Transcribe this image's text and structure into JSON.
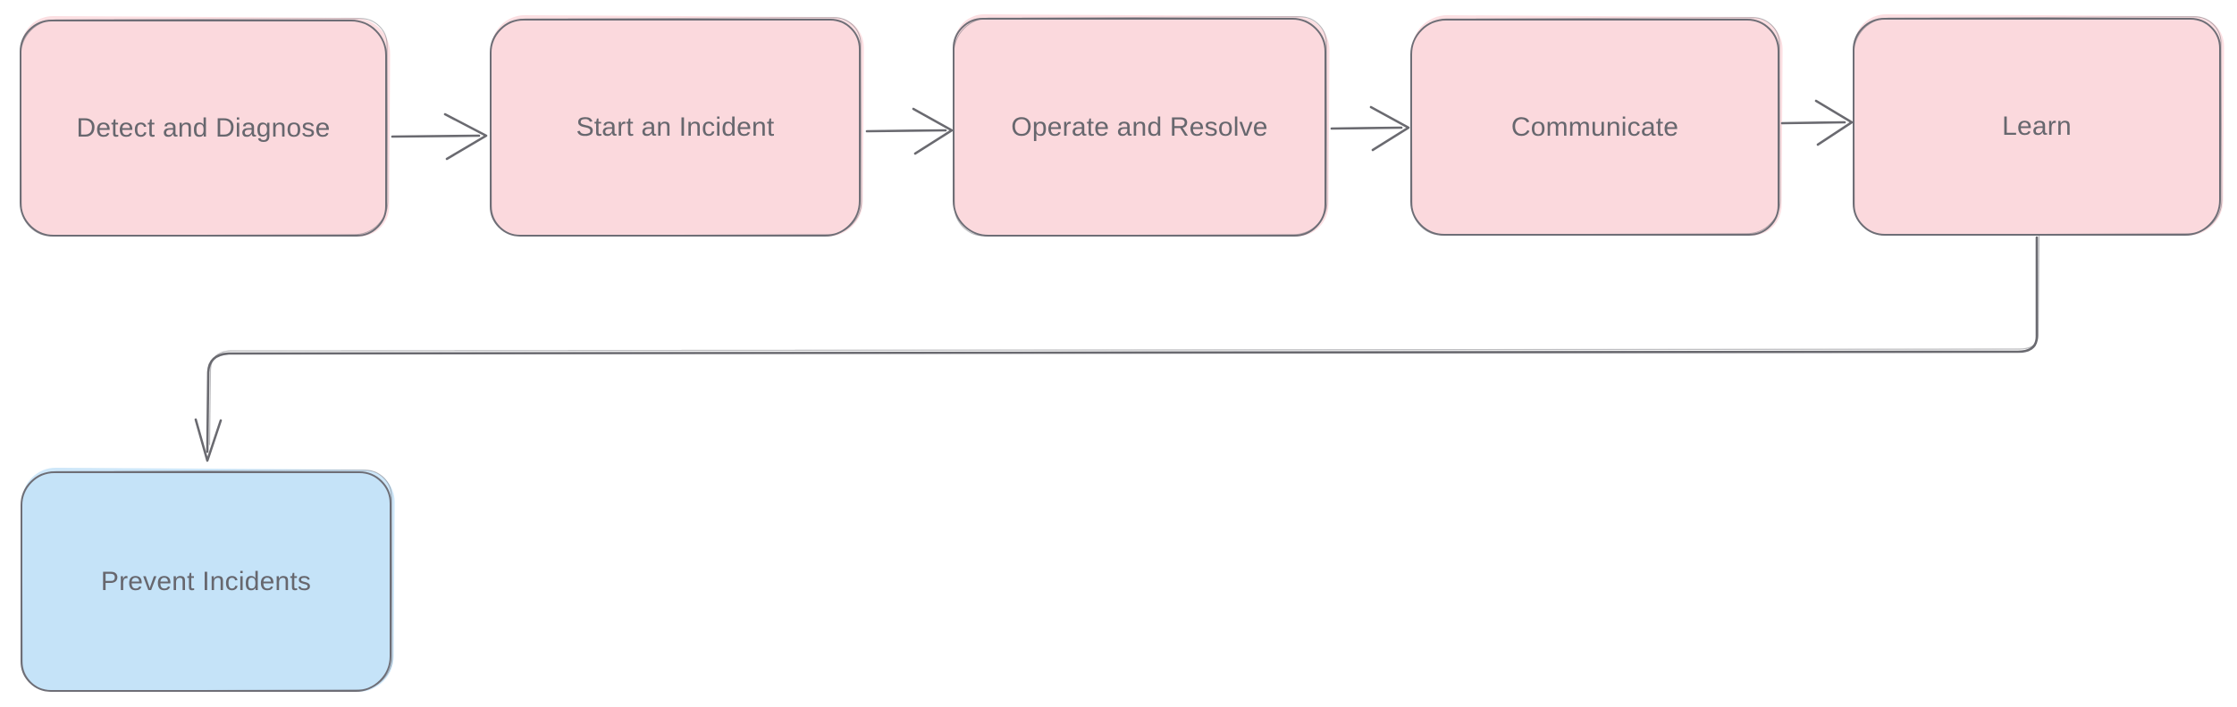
{
  "colors": {
    "node-stroke": "#6e6e76",
    "process-fill": "#fbd9dd",
    "prevent-fill": "#c5e3f8",
    "label-text": "#67676e",
    "connector": "#6a6a70",
    "canvas-bg": "#ffffff"
  },
  "diagram": {
    "type": "flowchart",
    "nodes": [
      {
        "id": "detect",
        "label": "Detect and Diagnose",
        "fill": "#fbd9dd",
        "kind": "process"
      },
      {
        "id": "start",
        "label": "Start an Incident",
        "fill": "#fbd9dd",
        "kind": "process"
      },
      {
        "id": "operate",
        "label": "Operate and Resolve",
        "fill": "#fbd9dd",
        "kind": "process"
      },
      {
        "id": "communicate",
        "label": "Communicate",
        "fill": "#fbd9dd",
        "kind": "process"
      },
      {
        "id": "learn",
        "label": "Learn",
        "fill": "#fbd9dd",
        "kind": "process"
      },
      {
        "id": "prevent",
        "label": "Prevent Incidents",
        "fill": "#c5e3f8",
        "kind": "process"
      }
    ],
    "edges": [
      {
        "from": "detect",
        "to": "start",
        "style": "straight-open-arrow"
      },
      {
        "from": "start",
        "to": "operate",
        "style": "straight-open-arrow"
      },
      {
        "from": "operate",
        "to": "communicate",
        "style": "straight-open-arrow"
      },
      {
        "from": "communicate",
        "to": "learn",
        "style": "straight-open-arrow"
      },
      {
        "from": "learn",
        "to": "prevent",
        "style": "elbow-open-arrow"
      }
    ]
  }
}
